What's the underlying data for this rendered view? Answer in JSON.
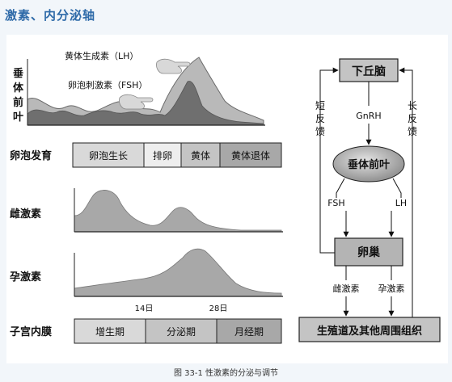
{
  "header": {
    "title": "激素、内分泌轴"
  },
  "left": {
    "pituitary_label": [
      "垂",
      "体",
      "前",
      "叶"
    ],
    "lh_label": "黄体生成素（LH）",
    "fsh_label": "卵泡刺激素（FSH）",
    "follicle_label": "卵泡发育",
    "follicle_phases": [
      "卵泡生长",
      "排卵",
      "黄体",
      "黄体退体"
    ],
    "estrogen_label": "雌激素",
    "progesterone_label": "孕激素",
    "day14": "14日",
    "day28": "28日",
    "endometrium_label": "子宫内膜",
    "endometrium_phases": [
      "增生期",
      "分泌期",
      "月经期"
    ]
  },
  "right": {
    "hypothalamus": "下丘脑",
    "gnrh": "GnRH",
    "short_feedback": [
      "短",
      "反",
      "馈"
    ],
    "long_feedback": [
      "长",
      "反",
      "馈"
    ],
    "pituitary": "垂体前叶",
    "fsh": "FSH",
    "lh": "LH",
    "ovary": "卵巢",
    "estrogen": "雌激素",
    "progesterone": "孕激素",
    "target": "生殖道及其他周围组织"
  },
  "caption": "图 33-1 性激素的分泌与调节",
  "colors": {
    "light_gray": "#c8c8c8",
    "mid_gray": "#a0a0a0",
    "dark_gray": "#707070",
    "header_blue": "#2e6aa8"
  }
}
